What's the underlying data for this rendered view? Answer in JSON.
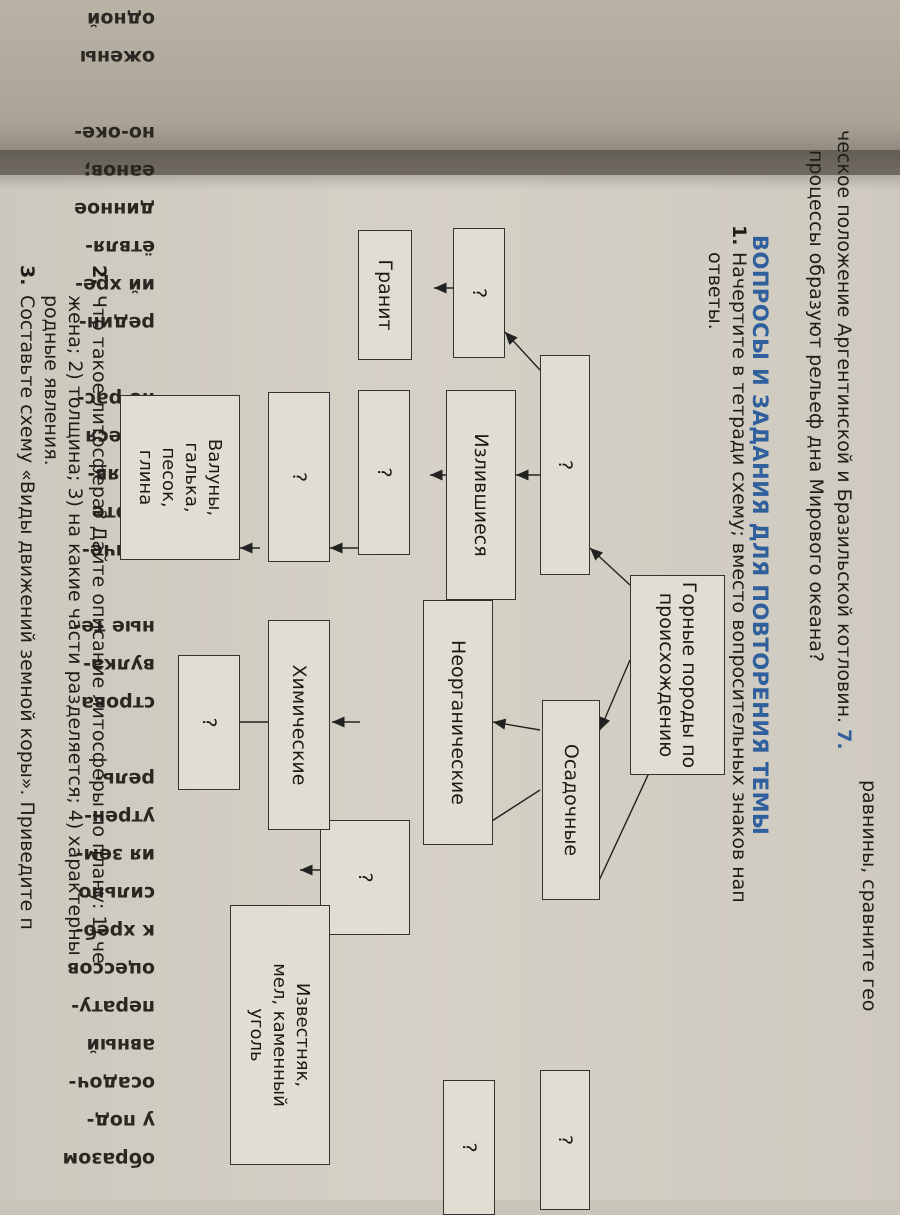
{
  "previous_page": {
    "lines": [
      "одной",
      "ожены",
      "",
      "но-оке-",
      "еанов;",
      "динное",
      "ётвля-",
      "ий хре-",
      "редин-",
      "",
      "но рас-",
      "шиеся",
      "ми яв-",
      "карте",
      "аниче-",
      "",
      "ные те-",
      "вулка-",
      "строва",
      "",
      "рель-",
      "утрен-",
      "ия зем-",
      "сильно",
      "к хреб-",
      "оцессов",
      "перату-",
      "авный",
      "осадоч-",
      "у под-",
      "образом"
    ]
  },
  "top_text": {
    "line1": "ческое положение Аргентинской и Бразильской котловин.",
    "line1_num": "7.",
    "line1_right": "равнины, сравните гео",
    "line2": "процессы образуют рельеф дна Мирового океана?"
  },
  "section": {
    "title": "ВОПРОСЫ И ЗАДАНИЯ ДЛЯ ПОВТОРЕНИЯ ТЕМЫ"
  },
  "questions": {
    "q1_num": "1.",
    "q1_line1": "Начертите в тетради схему; вместо вопросительных знаков нап",
    "q1_line2": "ответы.",
    "q2_num": "2.",
    "q2_line1": "Что такое литосфера? Дайте описание литосферы по плану: 1) че",
    "q2_line2": "жена; 2) толщина; 3) на какие части разделяется; 4) характерны",
    "q2_line3": "родные явления.",
    "q3_num": "3.",
    "q3_line1": "Составьте схему «Виды движений земной коры». Приведите п"
  },
  "diagram": {
    "root": "Горные породы по происхождению",
    "unknown": "?",
    "sedimentary": "Осадочные",
    "effusive": "Излившиеся",
    "granite": "Гранит",
    "inorganic": "Неорганические",
    "chemical": "Химические",
    "clastic_examples": "Валуны, галька, песок, глина",
    "organic_examples": "Известняк, мел, каменный уголь"
  }
}
